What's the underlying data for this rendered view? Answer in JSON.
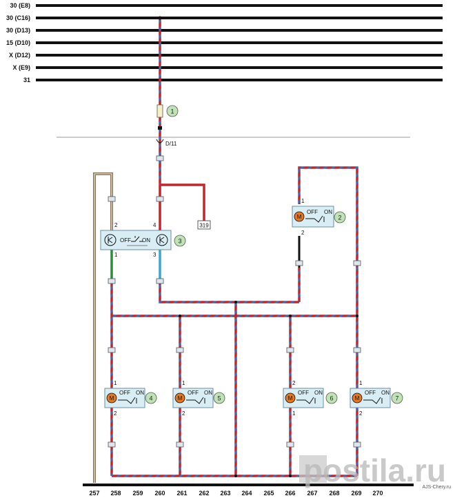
{
  "rails": [
    {
      "label": "30 (E8)"
    },
    {
      "label": "30 (C16)"
    },
    {
      "label": "30 (D13)"
    },
    {
      "label": "15 (D10)"
    },
    {
      "label": "X (D12)"
    },
    {
      "label": "X (E9)"
    },
    {
      "label": "31"
    }
  ],
  "connector_label": "D/11",
  "ref_box_label": "319",
  "components": [
    {
      "number": "1"
    },
    {
      "number": "2",
      "pin_top": "1",
      "pin_bottom": "2",
      "off": "OFF",
      "on": "ON"
    },
    {
      "number": "3",
      "pin_left_top": "2",
      "pin_mid_top": "4",
      "pin_left_bottom": "1",
      "pin_mid_bottom": "3",
      "off": "OFF",
      "on": "ON"
    },
    {
      "number": "4",
      "pin_top": "1",
      "pin_bottom": "2",
      "off": "OFF",
      "on": "ON"
    },
    {
      "number": "5",
      "pin_top": "1",
      "pin_bottom": "2",
      "off": "OFF",
      "on": "ON"
    },
    {
      "number": "6",
      "pin_top": "2",
      "pin_bottom": "1",
      "off": "OFF",
      "on": "ON"
    },
    {
      "number": "7",
      "pin_top": "1",
      "pin_bottom": "2",
      "off": "OFF",
      "on": "ON"
    }
  ],
  "motor_letter": "M",
  "columns": [
    "257",
    "258",
    "259",
    "260",
    "261",
    "262",
    "263",
    "264",
    "265",
    "266",
    "267",
    "268",
    "269",
    "270"
  ],
  "watermark": {
    "main": "postila.ru",
    "credit": "AJS-Chery.ru"
  },
  "colors": {
    "red": "#c0272d",
    "blue": "#3d6bb3",
    "black": "#111111",
    "brown": "#8c7355",
    "green": "#2e8b3a",
    "teal": "#3aa7c7",
    "box_fill": "#d9edf4",
    "badge_fill": "#bfe3b4",
    "motor": "#e2781f"
  }
}
